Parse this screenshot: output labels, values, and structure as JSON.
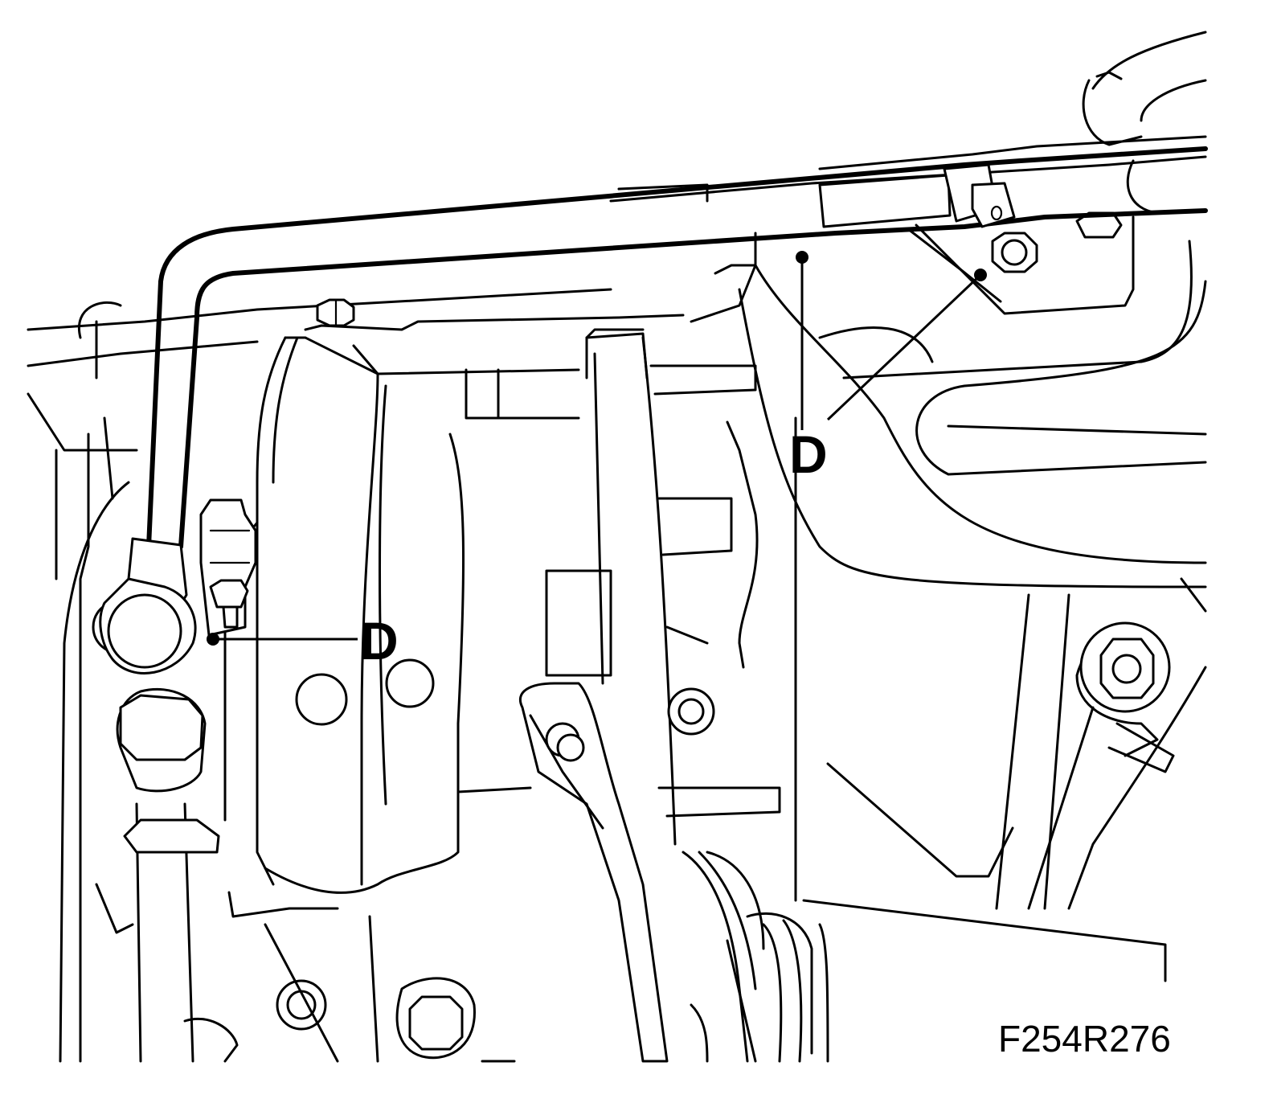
{
  "figure": {
    "id": "F254R276",
    "callouts": [
      {
        "label": "D"
      },
      {
        "label": "D"
      }
    ]
  }
}
